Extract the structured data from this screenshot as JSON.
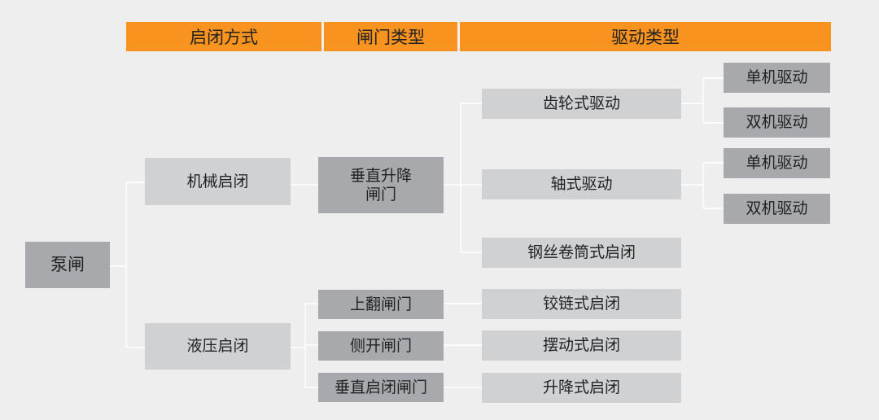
{
  "headers": {
    "col1": "启闭方式",
    "col2": "闸门类型",
    "col3": "驱动类型"
  },
  "root": "泵闸",
  "methods": {
    "mechanical": "机械启闭",
    "hydraulic": "液压启闭"
  },
  "gates": {
    "vertical_lift": "垂直升降闸门",
    "flip_up": "上翻闸门",
    "side_open": "侧开闸门",
    "vertical_hinged": "垂直启闭闸门"
  },
  "drives": {
    "gear": "齿轮式驱动",
    "shaft": "轴式驱动",
    "wire_drum": "钢丝卷筒式启闭",
    "hinge": "铰链式启闭",
    "swing": "摆动式启闭",
    "lift": "升降式启闭"
  },
  "sub_drives": {
    "gear_single": "单机驱动",
    "gear_double": "双机驱动",
    "shaft_single": "单机驱动",
    "shaft_double": "双机驱动"
  },
  "colors": {
    "header": "#f7931e",
    "box_light": "#cfd1d3",
    "box_dark": "#a7a9ac",
    "background": "#eeeeee",
    "connector": "#ffffff"
  }
}
